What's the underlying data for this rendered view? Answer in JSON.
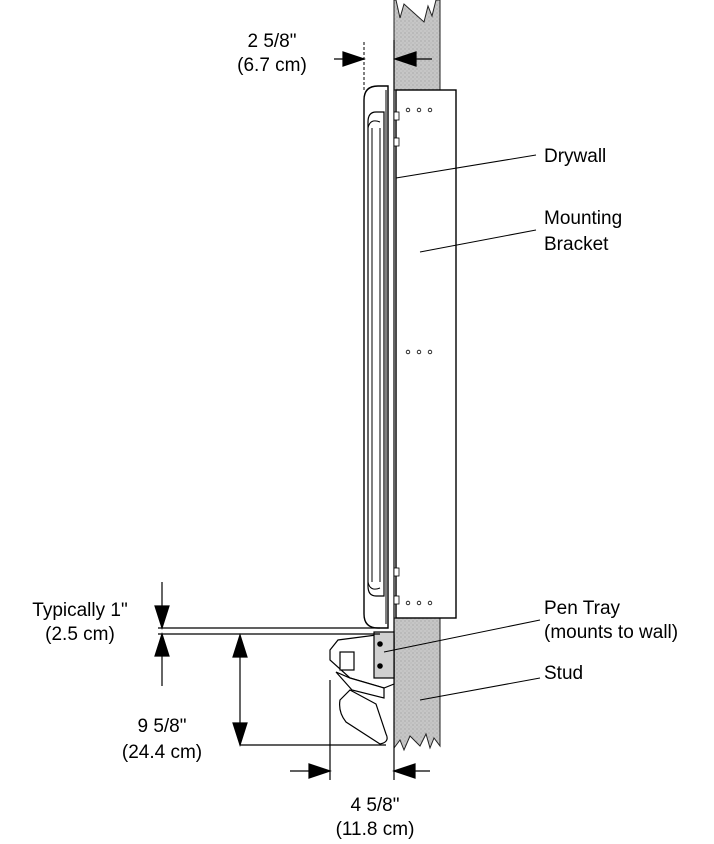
{
  "dimensions": {
    "wall_gap": {
      "imperial": "2 5/8\"",
      "metric": "(6.7 cm)"
    },
    "pen_tray_gap": {
      "imperial": "Typically 1\"",
      "metric": "(2.5 cm)"
    },
    "pen_tray_height": {
      "imperial": "9 5/8\"",
      "metric": "(24.4 cm)"
    },
    "pen_tray_depth": {
      "imperial": "4 5/8\"",
      "metric": "(11.8 cm)"
    }
  },
  "callouts": {
    "drywall": "Drywall",
    "bracket_line1": "Mounting",
    "bracket_line2": "Bracket",
    "pen_tray_line1": "Pen Tray",
    "pen_tray_line2": "(mounts to wall)",
    "stud": "Stud"
  }
}
